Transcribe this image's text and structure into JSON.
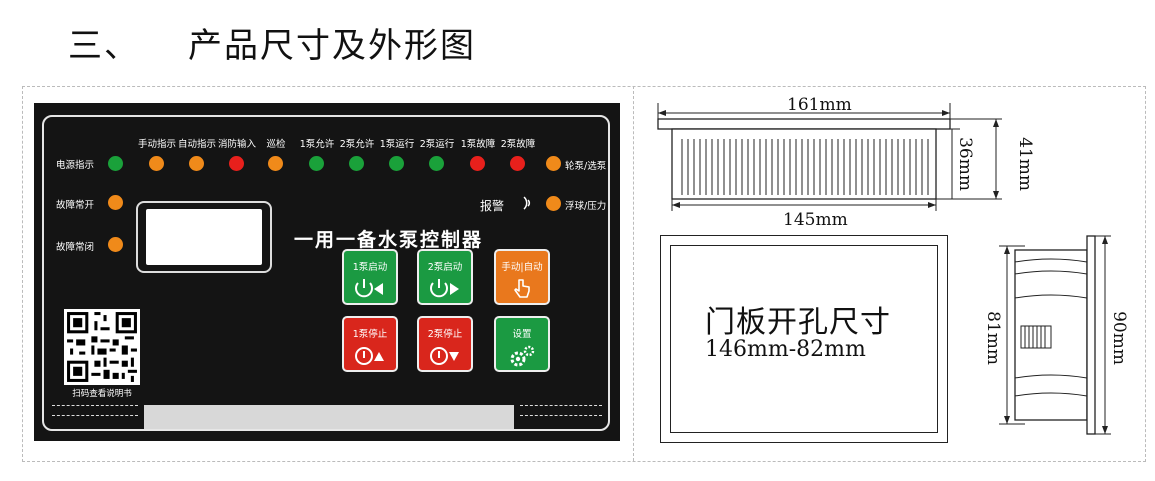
{
  "heading": {
    "number": "三、",
    "title": "产品尺寸及外形图"
  },
  "panel": {
    "side_labels": [
      "电源指示",
      "故障常开",
      "故障常闭"
    ],
    "top_labels": [
      "手动指示",
      "自动指示",
      "消防输入",
      "巡检",
      "1泵允许",
      "2泵允许",
      "1泵运行",
      "2泵运行",
      "1泵故障",
      "2泵故障"
    ],
    "right_labels": [
      "轮泵/选泵",
      "浮球/压力"
    ],
    "led_colors": {
      "power": "green",
      "fault_open": "orange",
      "fault_closed": "orange",
      "top": [
        "orange",
        "orange",
        "red",
        "orange",
        "green",
        "green",
        "green",
        "green",
        "red",
        "red"
      ],
      "right": [
        "orange",
        "orange"
      ]
    },
    "alarm_label": "报警",
    "title": "一用一备水泵控制器",
    "buttons": {
      "pump1_start": "1泵启动",
      "pump2_start": "2泵启动",
      "manual_auto": "手动|自动",
      "pump1_stop": "1泵停止",
      "pump2_stop": "2泵停止",
      "settings": "设置"
    },
    "qr_caption": "扫码查看说明书"
  },
  "dimensions": {
    "top_width": "161mm",
    "body_width": "145mm",
    "body_depth": "36mm",
    "total_depth": "41mm",
    "cutout_title": "门板开孔尺寸",
    "cutout_size": "146mm-82mm",
    "side_inner": "81mm",
    "side_outer": "90mm"
  },
  "colors": {
    "led_green": "#1aa13a",
    "led_orange": "#f08a1a",
    "led_red": "#e8201c",
    "panel_bg": "#141414"
  }
}
